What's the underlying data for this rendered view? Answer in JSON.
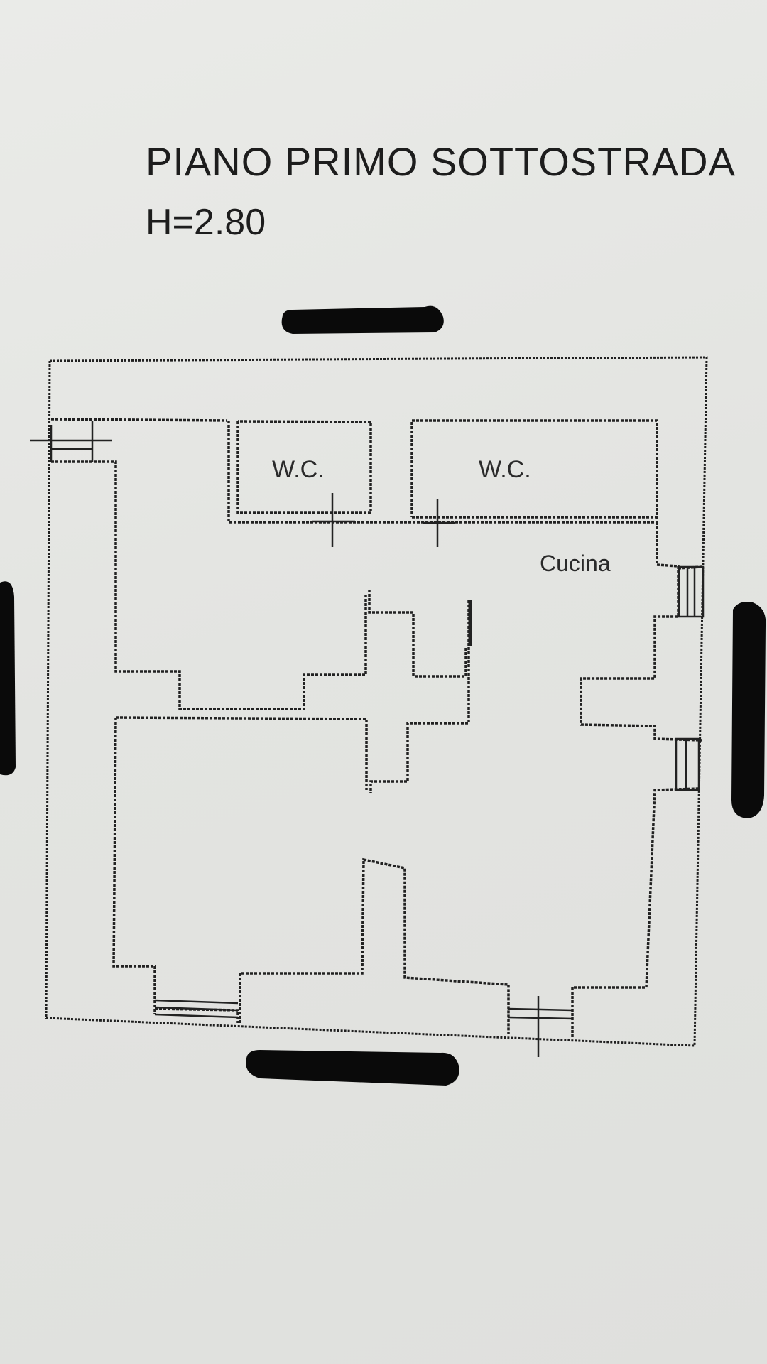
{
  "plan": {
    "title": "PIANO PRIMO SOTTOSTRADA",
    "height": "H=2.80"
  },
  "rooms": {
    "wc_left": "W.C.",
    "wc_right": "W.C.",
    "cucina": "Cucina"
  },
  "colors": {
    "paper": "#e4e5e2",
    "ink": "#1d1d1d",
    "redaction": "#0a0a0a"
  }
}
